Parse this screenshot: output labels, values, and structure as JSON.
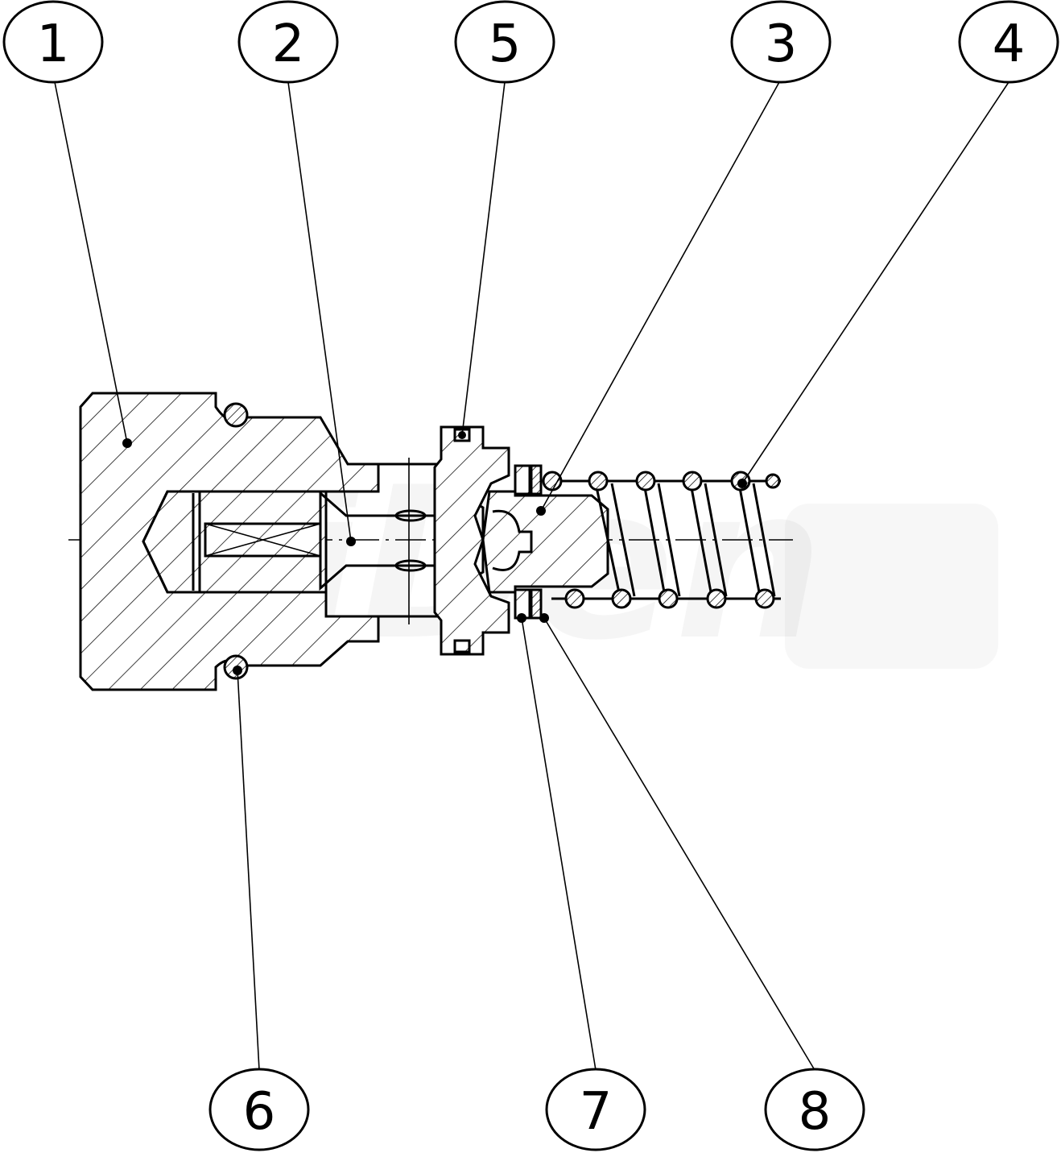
{
  "diagram": {
    "callouts": [
      {
        "id": "callout-1",
        "label": "1"
      },
      {
        "id": "callout-2",
        "label": "2"
      },
      {
        "id": "callout-5",
        "label": "5"
      },
      {
        "id": "callout-3",
        "label": "3"
      },
      {
        "id": "callout-4",
        "label": "4"
      },
      {
        "id": "callout-6",
        "label": "6"
      },
      {
        "id": "callout-7",
        "label": "7"
      },
      {
        "id": "callout-8",
        "label": "8"
      }
    ],
    "colors": {
      "line": "#000000",
      "background": "#ffffff"
    }
  }
}
